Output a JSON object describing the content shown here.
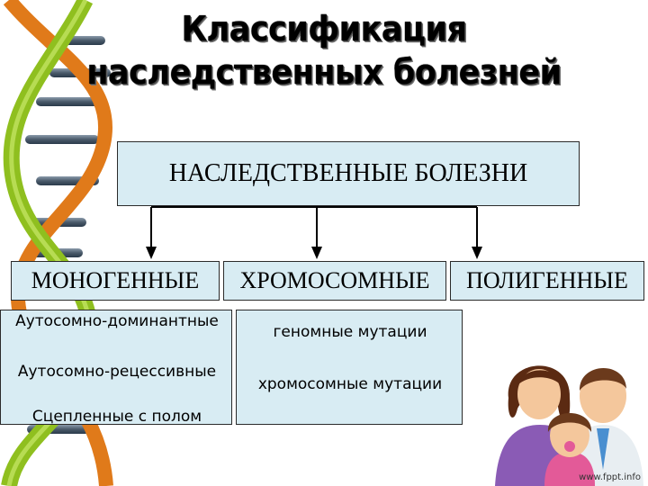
{
  "title": {
    "line1": "Классификация",
    "line2": "наследственных болезней"
  },
  "root": "НАСЛЕДСТВЕННЫЕ БОЛЕЗНИ",
  "categories": {
    "monogenic": "МОНОГЕННЫЕ",
    "chromosomal": "ХРОМОСОМНЫЕ",
    "polygenic": "ПОЛИГЕННЫЕ"
  },
  "monogenic_types": [
    "Аутосомно-доминантные",
    "Аутосомно-рецессивные",
    "Сцепленные с полом"
  ],
  "chromosomal_types": [
    "геномные мутации",
    "хромосомные мутации"
  ],
  "footer": "www.fppt.info",
  "colors": {
    "box_fill": "#d8ecf3",
    "helix_green": "#8fbf1f",
    "helix_orange": "#e07a1a",
    "helix_rungs": "#5a6a7a"
  },
  "icons": [
    "dna-helix-icon",
    "family-icon"
  ]
}
